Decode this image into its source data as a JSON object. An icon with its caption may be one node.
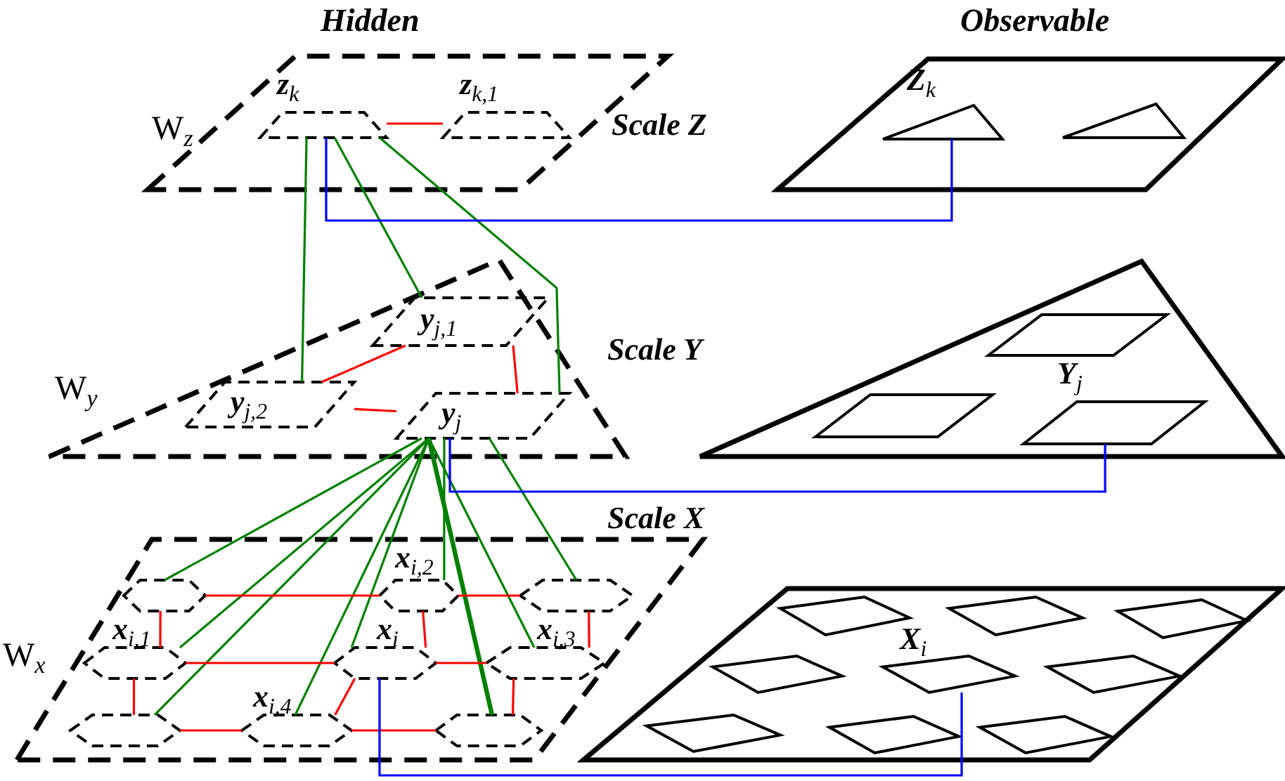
{
  "diagram": {
    "nodes": [
      {
        "text": [
          "W$_{z}$"
        ],
        "beside": [
          "Scale Z"
        ]
      },
      {
        "text": [
          "z$_{k}$"
        ],
        "in": 0
      },
      {
        "text": [
          "z$_{k,1}$"
        ],
        "in": 0
      },
      {
        "text": [
          "W$_{y}$"
        ],
        "beside": [
          "Scale Y"
        ]
      },
      {
        "text": [
          "y$_{j,1}$"
        ],
        "in": 3
      },
      {
        "text": [
          "y$_{j,2}$"
        ],
        "in": 3
      },
      {
        "text": [
          "y$_{j}$"
        ],
        "in": 3
      },
      {
        "text": [
          "W$_{x}$"
        ],
        "beside": [
          "Scale X"
        ]
      },
      {
        "text": [],
        "shape": "hexagon",
        "in": 7
      },
      {
        "text": [
          "x$_{i,2}$"
        ],
        "in": 7
      },
      {
        "text": [],
        "shape": "hexagon",
        "in": 7
      },
      {
        "text": [
          "x$_{i,1}$"
        ],
        "in": 7
      },
      {
        "text": [
          "x$_{i}$"
        ],
        "in": 7
      },
      {
        "text": [
          "x$_{i,3}$"
        ],
        "in": 7
      },
      {
        "text": [],
        "shape": "hexagon",
        "in": 7
      },
      {
        "text": [
          "x$_{i,4}$"
        ],
        "in": 7
      },
      {
        "text": [],
        "shape": "hexagon",
        "in": 7
      },
      {
        "text": [],
        "shape": "box"
      },
      {
        "text": [
          "Z$_{k}$"
        ],
        "in": 17
      },
      {
        "text": [],
        "shape": "triangle",
        "in": 17
      },
      {
        "text": [],
        "shape": "triangle"
      },
      {
        "text": [],
        "shape": "box",
        "in": 20
      },
      {
        "text": [],
        "shape": "box",
        "in": 20
      },
      {
        "text": [
          "Y$_{j}$"
        ],
        "in": 20
      },
      {
        "text": [],
        "shape": "box"
      },
      {
        "text": [],
        "shape": "box",
        "in": 24
      },
      {
        "text": [],
        "shape": "box",
        "in": 24
      },
      {
        "text": [],
        "shape": "box",
        "in": 24
      },
      {
        "text": [],
        "shape": "box",
        "in": 24
      },
      {
        "text": [
          "X$_{i}$"
        ],
        "in": 24
      },
      {
        "text": [],
        "shape": "box",
        "in": 24
      },
      {
        "text": [],
        "shape": "box",
        "in": 24
      },
      {
        "text": [],
        "shape": "box",
        "in": 24
      },
      {
        "text": [],
        "shape": "box",
        "in": 24
      }
    ],
    "edges": [
      {
        "from": 1,
        "to": 2,
        "arrow": "none"
      },
      {
        "from": 1,
        "to": 5,
        "arrow": "none",
        "color": "#008000"
      },
      {
        "from": 1,
        "to": 4,
        "arrow": "none",
        "color": "#008000"
      },
      {
        "from": 1,
        "to": 6,
        "arrow": "none",
        "color": "#008000"
      },
      {
        "from": 5,
        "to": 4,
        "arrow": "none"
      },
      {
        "from": 5,
        "to": 6,
        "arrow": "none"
      },
      {
        "from": 6,
        "to": 4,
        "arrow": "none"
      },
      {
        "from": 6,
        "to": 8,
        "arrow": "none",
        "color": "#008000"
      },
      {
        "from": 6,
        "to": 11,
        "arrow": "none",
        "color": "#008000"
      },
      {
        "from": 6,
        "to": 14,
        "arrow": "none",
        "color": "#008000"
      },
      {
        "from": 6,
        "to": 15,
        "arrow": "none",
        "color": "#008000"
      },
      {
        "from": 6,
        "to": 12,
        "arrow": "none",
        "color": "#008000"
      },
      {
        "from": 6,
        "to": 9,
        "arrow": "none",
        "color": "#008000"
      },
      {
        "from": 6,
        "to": 16,
        "arrow": "none",
        "color": "#008000",
        "style": "thick"
      },
      {
        "from": 6,
        "to": 13,
        "arrow": "none",
        "color": "#008000"
      },
      {
        "from": 6,
        "to": 10,
        "arrow": "none",
        "color": "#008000"
      },
      {
        "from": 8,
        "to": 9,
        "arrow": "none"
      },
      {
        "from": 9,
        "to": 10,
        "arrow": "none"
      },
      {
        "from": 11,
        "to": 12,
        "arrow": "none"
      },
      {
        "from": 12,
        "to": 13,
        "arrow": "none"
      },
      {
        "from": 14,
        "to": 15,
        "arrow": "none"
      },
      {
        "from": 15,
        "to": 16,
        "arrow": "none"
      },
      {
        "from": 8,
        "to": 11,
        "arrow": "none"
      },
      {
        "from": 9,
        "to": 12,
        "arrow": "none"
      },
      {
        "from": 10,
        "to": 13,
        "arrow": "none"
      },
      {
        "from": 11,
        "to": 14,
        "arrow": "none"
      },
      {
        "from": 12,
        "to": 15,
        "arrow": "none"
      },
      {
        "from": 13,
        "to": 16,
        "arrow": "none"
      },
      {
        "from": 1,
        "to": 18,
        "arrow": "none",
        "color": "#0000ff"
      },
      {
        "from": 6,
        "to": 23,
        "arrow": "none",
        "color": "#0000ff"
      },
      {
        "from": 12,
        "to": 29,
        "arrow": "none",
        "color": "#0000ff"
      }
    ],
    "labels": [
      "Hidden",
      "Observable"
    ]
  }
}
